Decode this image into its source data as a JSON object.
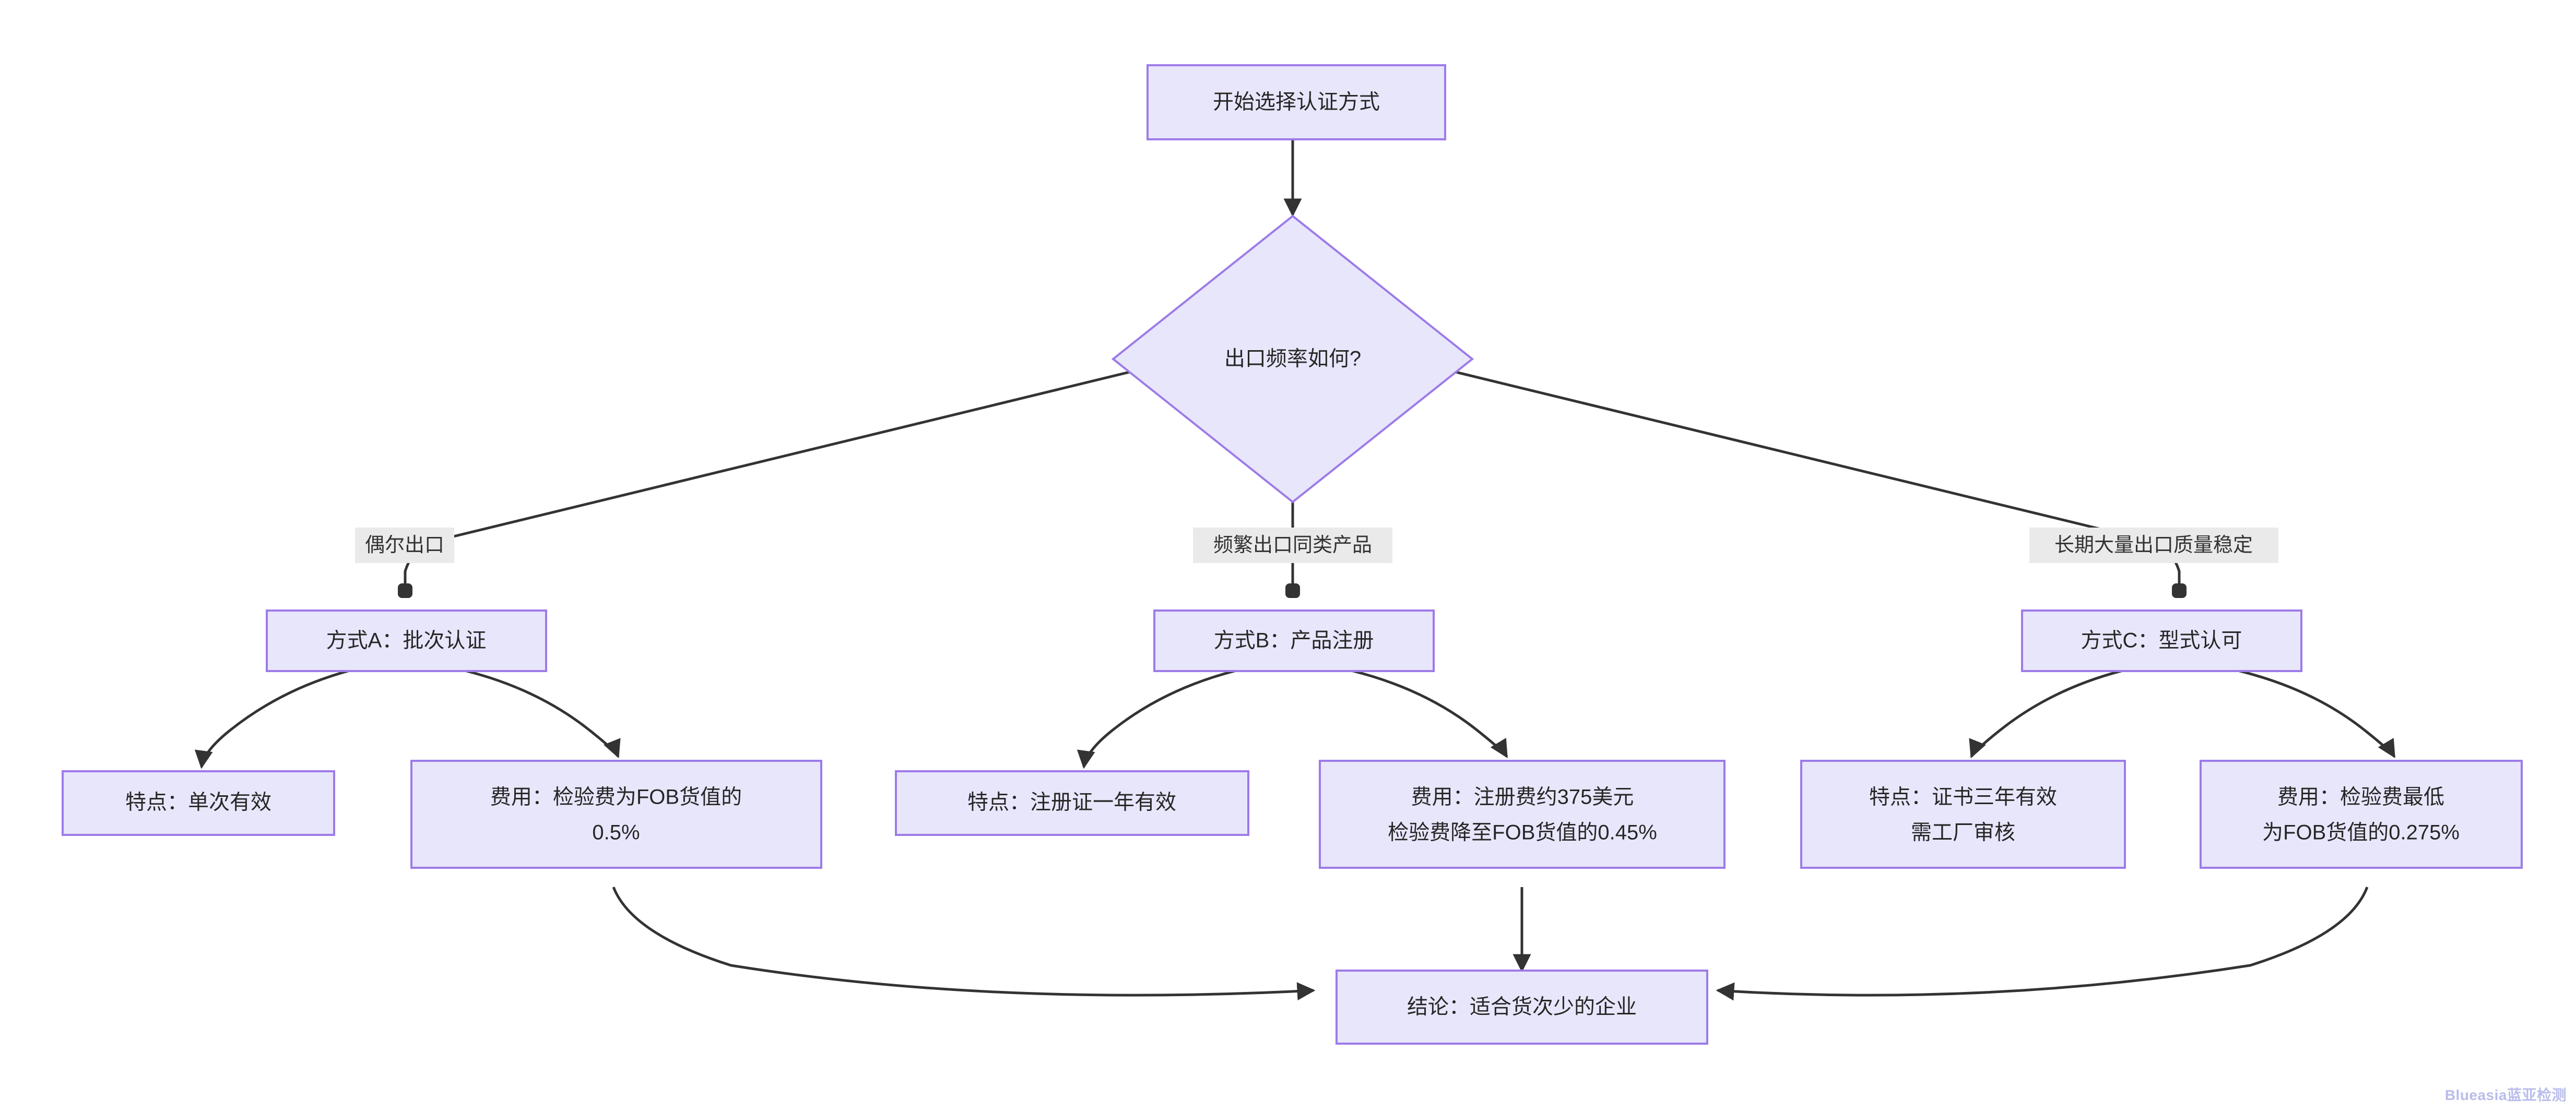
{
  "diagram": {
    "type": "flowchart",
    "title": "",
    "watermark": "Blueasia蓝亚检测",
    "colors": {
      "node_fill": "#E8E6FB",
      "node_border": "#9D7BE8",
      "edge": "#333333",
      "text": "#262626",
      "edge_label_bg": "#EAEAEA",
      "watermark": "#B9BCEB",
      "background": "#FFFFFF"
    },
    "nodes": {
      "start": {
        "id": "start",
        "shape": "rect",
        "label": "开始选择认证方式"
      },
      "decision": {
        "id": "decision",
        "shape": "diamond",
        "label": "出口频率如何?"
      },
      "method_a": {
        "id": "method_a",
        "shape": "rect",
        "label": "方式A：批次认证"
      },
      "method_b": {
        "id": "method_b",
        "shape": "rect",
        "label": "方式B：产品注册"
      },
      "method_c": {
        "id": "method_c",
        "shape": "rect",
        "label": "方式C：型式认可"
      },
      "a_feature": {
        "id": "a_feature",
        "shape": "rect",
        "label": "特点：单次有效",
        "lines": [
          "特点：单次有效"
        ]
      },
      "a_cost": {
        "id": "a_cost",
        "shape": "rect",
        "label": "费用：检验费为FOB货值的 0.5%",
        "lines": [
          "费用：检验费为FOB货值的",
          "0.5%"
        ]
      },
      "b_feature": {
        "id": "b_feature",
        "shape": "rect",
        "label": "特点：注册证一年有效",
        "lines": [
          "特点：注册证一年有效"
        ]
      },
      "b_cost": {
        "id": "b_cost",
        "shape": "rect",
        "label": "费用：注册费约375美元 检验费降至FOB货值的0.45%",
        "lines": [
          "费用：注册费约375美元",
          "检验费降至FOB货值的0.45%"
        ]
      },
      "c_feature": {
        "id": "c_feature",
        "shape": "rect",
        "label": "特点：证书三年有效 需工厂审核",
        "lines": [
          "特点：证书三年有效",
          "需工厂审核"
        ]
      },
      "c_cost": {
        "id": "c_cost",
        "shape": "rect",
        "label": "费用：检验费最低 为FOB货值的0.275%",
        "lines": [
          "费用：检验费最低",
          "为FOB货值的0.275%"
        ]
      },
      "conclusion": {
        "id": "conclusion",
        "shape": "rect",
        "label": "结论：适合货次少的企业"
      }
    },
    "edge_labels": {
      "occasional": "偶尔出口",
      "frequent": "频繁出口同类产品",
      "longterm": "长期大量出口质量稳定"
    },
    "edges": [
      {
        "from": "start",
        "to": "decision",
        "label": ""
      },
      {
        "from": "decision",
        "to": "method_a",
        "label": "偶尔出口"
      },
      {
        "from": "decision",
        "to": "method_b",
        "label": "频繁出口同类产品"
      },
      {
        "from": "decision",
        "to": "method_c",
        "label": "长期大量出口质量稳定"
      },
      {
        "from": "method_a",
        "to": "a_feature",
        "label": ""
      },
      {
        "from": "method_a",
        "to": "a_cost",
        "label": ""
      },
      {
        "from": "method_b",
        "to": "b_feature",
        "label": ""
      },
      {
        "from": "method_b",
        "to": "b_cost",
        "label": ""
      },
      {
        "from": "method_c",
        "to": "c_feature",
        "label": ""
      },
      {
        "from": "method_c",
        "to": "c_cost",
        "label": ""
      },
      {
        "from": "a_cost",
        "to": "conclusion",
        "label": ""
      },
      {
        "from": "b_cost",
        "to": "conclusion",
        "label": ""
      },
      {
        "from": "c_cost",
        "to": "conclusion",
        "label": ""
      }
    ]
  }
}
